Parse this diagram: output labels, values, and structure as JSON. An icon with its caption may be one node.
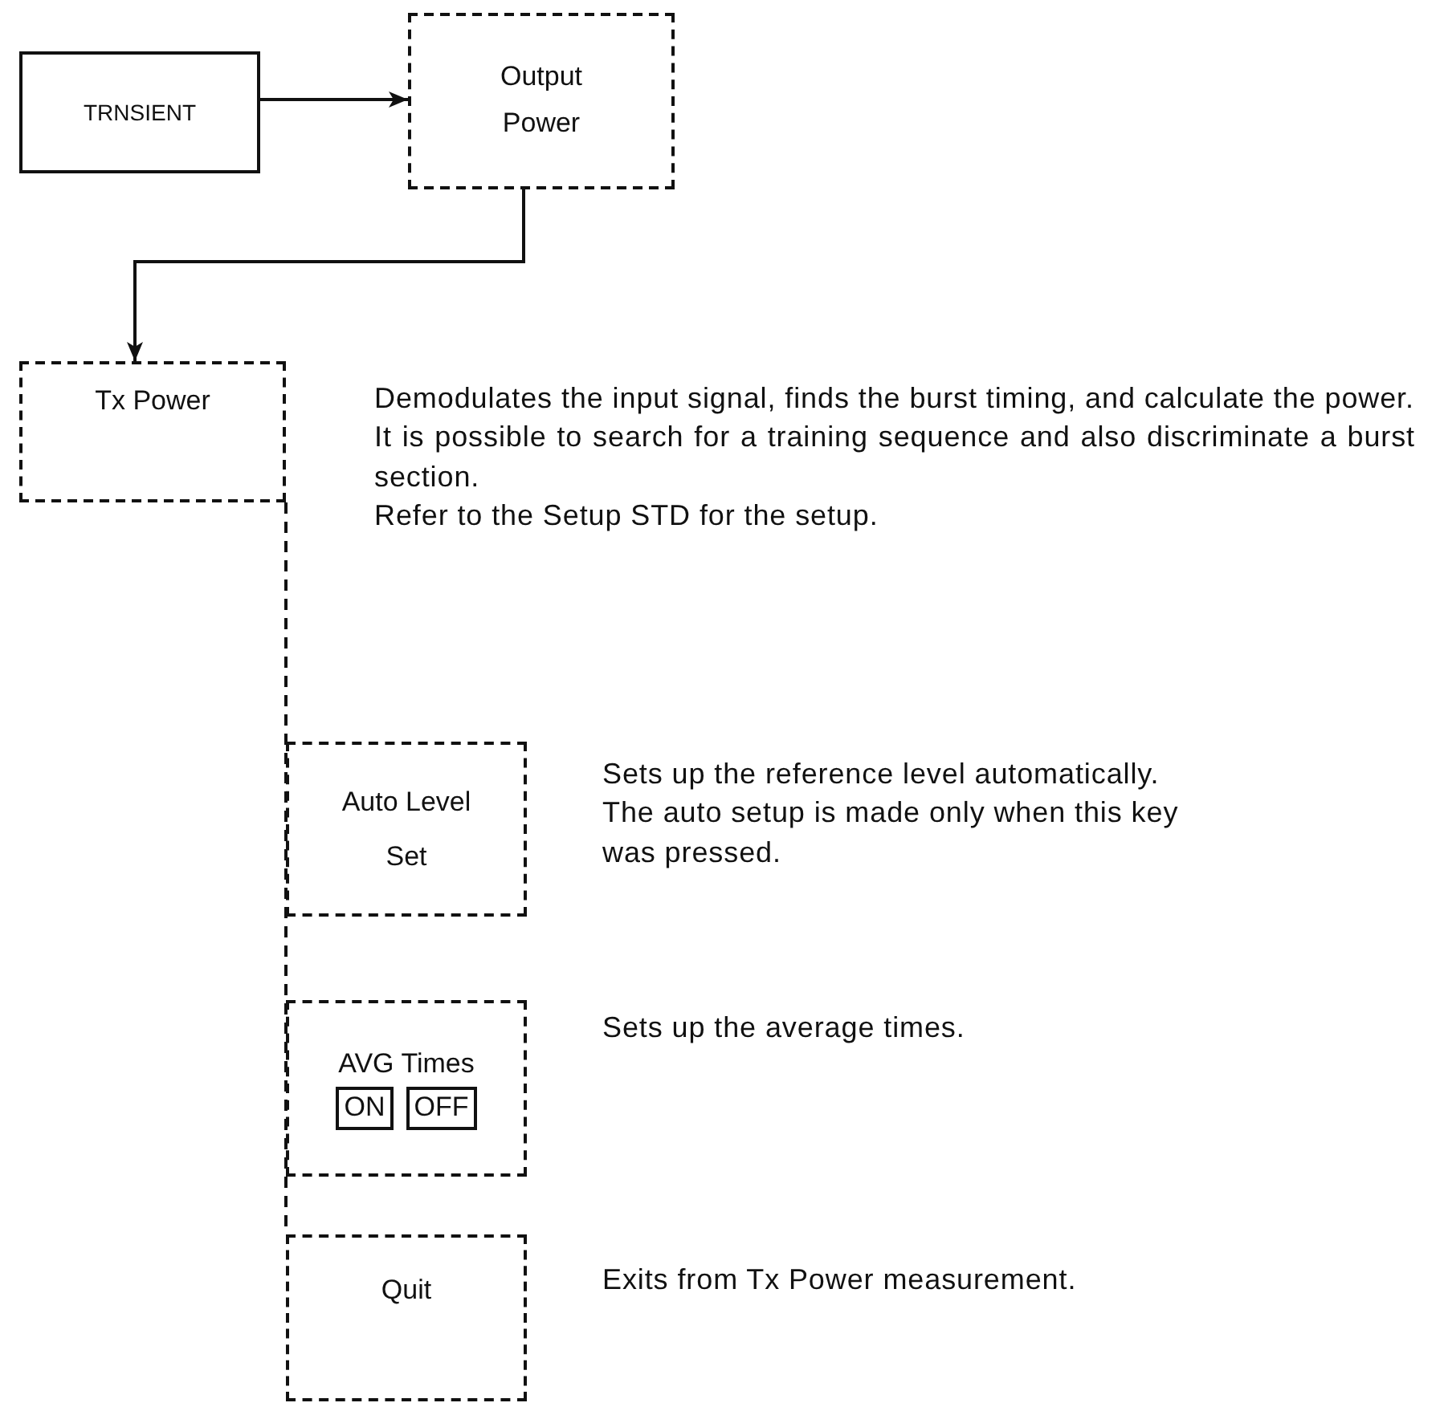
{
  "diagram": {
    "nodes": [
      {
        "text": [
          "TRNSIENT"
        ]
      },
      {
        "text": [
          "Output Power"
        ]
      },
      {
        "text": [
          "Tx Power"
        ],
        "beside": [
          "Demodulates the input signal, finds the burst timing, and calculate the power.",
          "It is possible to search for a training sequence and also discriminate a burst section.",
          "Refer to the Setup STD for the setup."
        ]
      },
      {
        "text": [
          "Auto Level Set"
        ],
        "beside": [
          "Sets up the reference level automatically. The auto setup is made only when this key was pressed."
        ]
      },
      {
        "text": [
          "AVG Times"
        ],
        "beside": [
          "Sets up the average times."
        ]
      },
      {
        "text": [
          "ON"
        ],
        "in": 4
      },
      {
        "text": [
          "OFF"
        ],
        "in": 4
      },
      {
        "text": [
          "Quit"
        ],
        "beside": [
          "Exits from Tx Power measurement."
        ]
      }
    ],
    "edges": [
      {
        "from": 0,
        "to": 1,
        "arrow": "to"
      },
      {
        "from": 1,
        "to": 2,
        "arrow": "to"
      },
      {
        "from": 2,
        "to": 3,
        "arrow": "none",
        "style": "dashed"
      },
      {
        "from": 2,
        "to": 4,
        "arrow": "none",
        "style": "dashed"
      },
      {
        "from": 2,
        "to": 7,
        "arrow": "none",
        "style": "dashed"
      }
    ]
  }
}
